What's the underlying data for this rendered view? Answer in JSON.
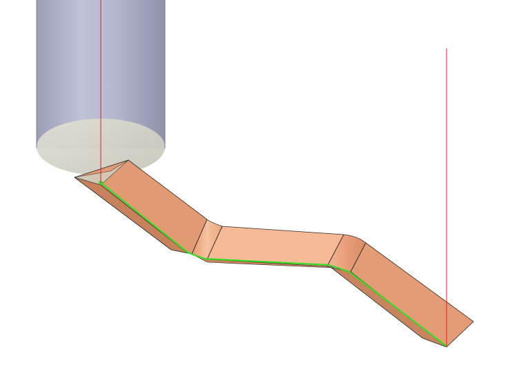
{
  "viewport": {
    "background": "#ffffff"
  },
  "colors": {
    "tool_body_light": "#c4c6dc",
    "tool_body_mid": "#a9abc4",
    "tool_body_dark": "#8e90aa",
    "tool_tip": "#d8d8cc",
    "part_light": "#f6bc97",
    "part_mid": "#e9a07a",
    "part_dark": "#cf8862",
    "part_edge": "#2a2a2a",
    "toolpath": "#33dd22",
    "axis_line": "#e02020"
  },
  "objects": {
    "tool": "cylinder-tool",
    "part": "bent-strip",
    "toolpath": "green-toolpath",
    "axes": [
      "vertical-axis-line-start",
      "vertical-axis-line-end"
    ]
  }
}
